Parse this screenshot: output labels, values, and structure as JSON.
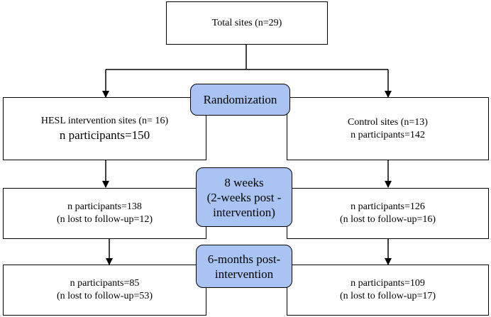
{
  "top": {
    "label": "Total sites (n=29)"
  },
  "stages": {
    "randomization": [
      "Randomization"
    ],
    "week8": [
      "8 weeks",
      "(2-weeks post -",
      "intervention)"
    ],
    "month6": [
      "6-months post-",
      "intervention"
    ]
  },
  "intervention": {
    "sites": "HESL intervention sites (n= 16)",
    "participants": "n participants=150",
    "week8": [
      "n participants=138",
      "(n lost to follow-up=12)"
    ],
    "month6": [
      "n participants=85",
      "(n lost to follow-up=53)"
    ]
  },
  "control": {
    "sites": "Control sites (n=13)",
    "participants": "n participants=142",
    "week8": [
      "n participants=126",
      "(n lost to follow-up=16)"
    ],
    "month6": [
      "n participants=109",
      "(n lost to follow-up=17)"
    ]
  },
  "colors": {
    "stage_fill": "#a9c4f2",
    "border": "#000000",
    "background": "#ffffff"
  }
}
